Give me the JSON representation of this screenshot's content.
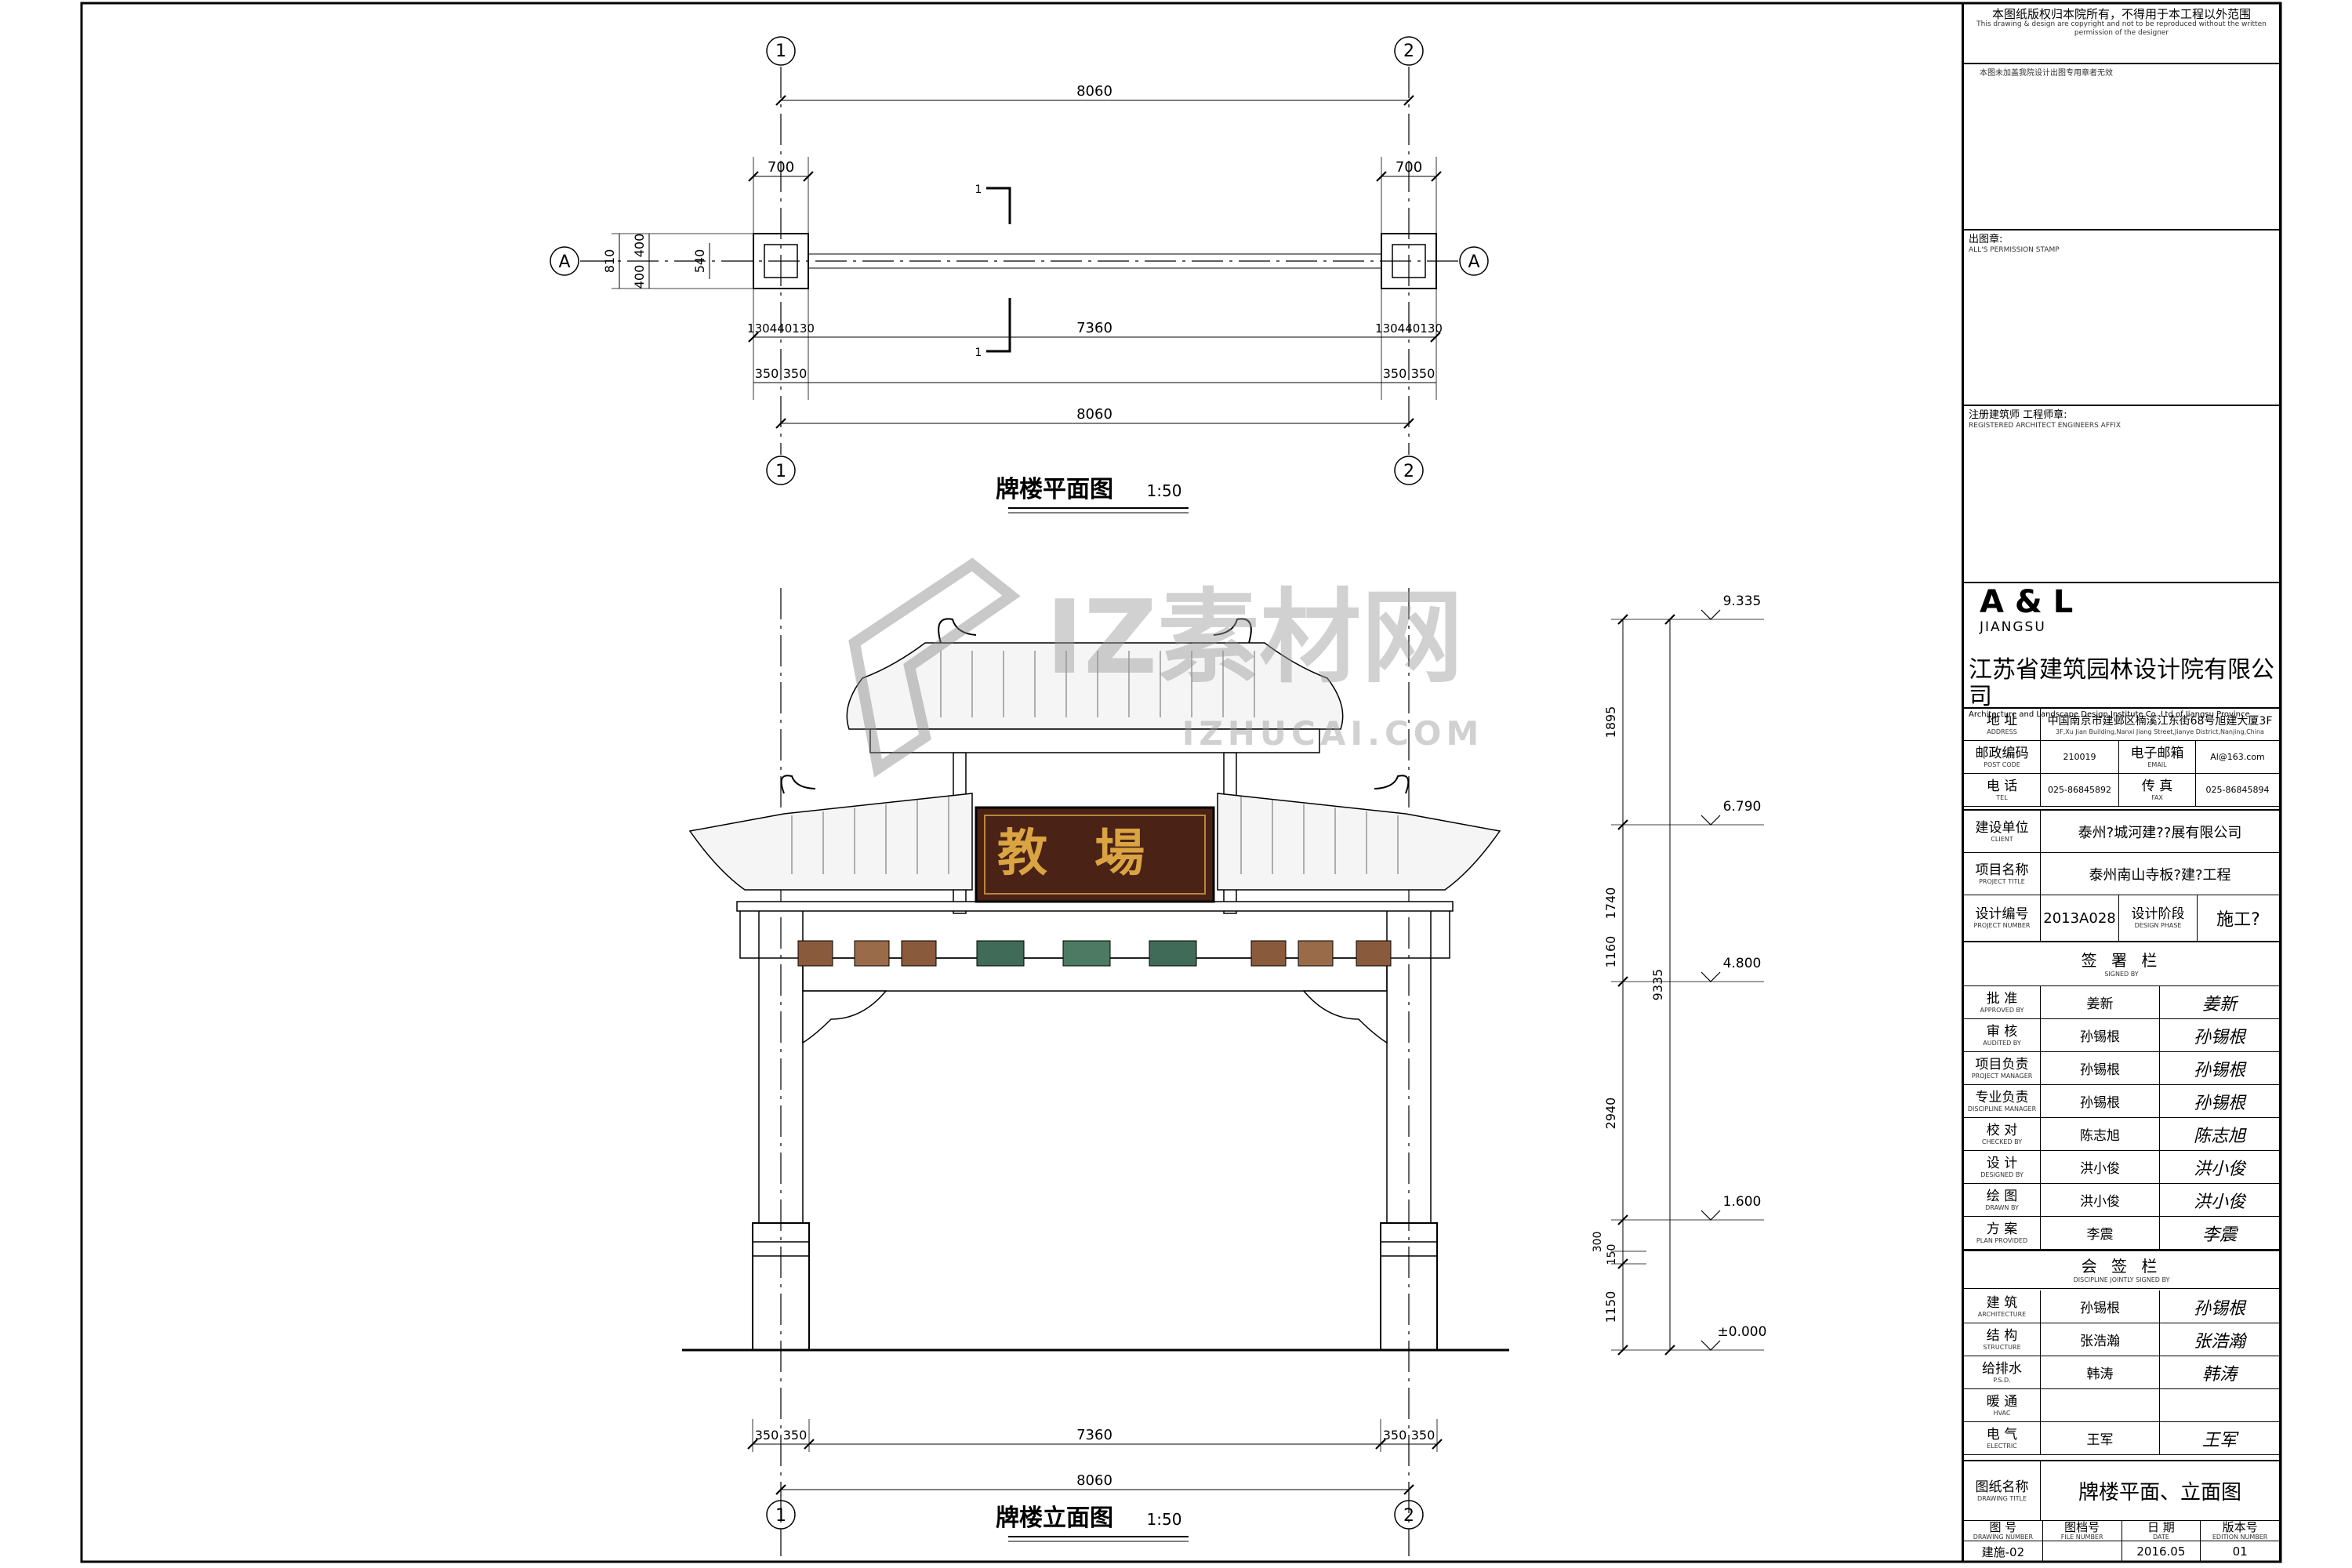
{
  "plan": {
    "title": "牌楼平面图",
    "scale": "1:50",
    "grid": {
      "g1": "1",
      "g2": "2",
      "gA": "A"
    },
    "dims": {
      "overall": "8060",
      "col": "700",
      "inner": "7360",
      "half": "350",
      "colparts": "130440130",
      "side_810": "810",
      "side_400": "400",
      "side_540": "540"
    },
    "section_mark": "1"
  },
  "elev": {
    "title": "牌楼立面图",
    "scale": "1:50",
    "board_text": "教場",
    "levels": [
      "9.335",
      "6.790",
      "4.800",
      "1.600",
      "±0.000"
    ],
    "vdims": [
      "1895",
      "1740",
      "1160",
      "2940",
      "150",
      "300",
      "1150"
    ],
    "total": "9335",
    "dims": {
      "overall": "8060",
      "inner": "7360",
      "half": "350"
    }
  },
  "watermark": {
    "brand": "IZ素材网",
    "url": "IZHUCAI.COM"
  },
  "titleblock": {
    "copyright": "本图纸版权归本院所有，不得用于本工程以外范围",
    "copyright_en": "This drawing & design are copyright and not to be reproduced without the written permission of the designer",
    "stamp_note": "本图未加盖我院设计出图专用章者无效",
    "permit_label": "出图章:",
    "permit_en": "ALL'S PERMISSION STAMP",
    "engineer_label": "注册建筑师  工程师章:",
    "engineer_en": "REGISTERED ARCHITECT ENGINEERS AFFIX",
    "logo": "A & L",
    "logo_sub": "JIANGSU",
    "company": "江苏省建筑园林设计院有限公司",
    "company_en": "Architecture and Landscape Design Institute Co.,Ltd of Jiangsu Province",
    "address_label": "地 址",
    "address_en": "ADDRESS",
    "address": "中国南京市建邺区楠溪江东街68号旭建大厦3F",
    "address_sub": "3F,Xu Jian Building,Nanxi Jiang Street,Jianye District,Nanjing,China",
    "postcode_label": "邮政编码",
    "postcode_en": "POST CODE",
    "postcode": "210019",
    "email_label": "电子邮箱",
    "email_en": "EMAIL",
    "email": "Al@163.com",
    "tel_label": "电 话",
    "tel_en": "TEL",
    "tel": "025-86845892",
    "fax_label": "传 真",
    "fax_en": "FAX",
    "fax": "025-86845894",
    "client_label": "建设单位",
    "client_en": "CLIENT",
    "client": "泰州?城河建??展有限公司",
    "project_label": "项目名称",
    "project_en": "PROJECT TITLE",
    "project": "泰州南山寺板?建?工程",
    "number_label": "设计编号",
    "number_en": "PROJECT NUMBER",
    "number": "2013A028",
    "phase_label": "设计阶段",
    "phase_en": "DESIGN PHASE",
    "phase": "施工?",
    "signed_label": "签 署 栏",
    "signed_en": "SIGNED BY",
    "roles": [
      {
        "cn": "批 准",
        "en": "APPROVED BY",
        "name": "姜新",
        "sig": "姜新"
      },
      {
        "cn": "审 核",
        "en": "AUDITED BY",
        "name": "孙锡根",
        "sig": "孙锡根"
      },
      {
        "cn": "项目负责",
        "en": "PROJECT MANAGER",
        "name": "孙锡根",
        "sig": "孙锡根"
      },
      {
        "cn": "专业负责",
        "en": "DISCIPLINE MANAGER",
        "name": "孙锡根",
        "sig": "孙锡根"
      },
      {
        "cn": "校 对",
        "en": "CHECKED BY",
        "name": "陈志旭",
        "sig": "陈志旭"
      },
      {
        "cn": "设 计",
        "en": "DESIGNED BY",
        "name": "洪小俊",
        "sig": "洪小俊"
      },
      {
        "cn": "绘 图",
        "en": "DRAWN BY",
        "name": "洪小俊",
        "sig": "洪小俊"
      },
      {
        "cn": "方 案",
        "en": "PLAN PROVIDED",
        "name": "李震",
        "sig": "李震"
      }
    ],
    "jointly_label": "会 签 栏",
    "jointly_en": "DISCIPLINE JOINTLY SIGNED BY",
    "disciplines": [
      {
        "cn": "建 筑",
        "en": "ARCHITECTURE",
        "name": "孙锡根",
        "sig": "孙锡根"
      },
      {
        "cn": "结 构",
        "en": "STRUCTURE",
        "name": "张浩瀚",
        "sig": "张浩瀚"
      },
      {
        "cn": "给排水",
        "en": "P.S.D.",
        "name": "韩涛",
        "sig": "韩涛"
      },
      {
        "cn": "暖 通",
        "en": "HVAC",
        "name": "",
        "sig": ""
      },
      {
        "cn": "电 气",
        "en": "ELECTRIC",
        "name": "王军",
        "sig": "王军"
      }
    ],
    "drawing_title_label": "图纸名称",
    "drawing_title_en": "DRAWING TITLE",
    "drawing_title": "牌楼平面、立面图",
    "bottom": [
      {
        "label": "图 号",
        "en": "DRAWING NUMBER",
        "value": "建施-02"
      },
      {
        "label": "图档号",
        "en": "FILE NUMBER",
        "value": ""
      },
      {
        "label": "日 期",
        "en": "DATE",
        "value": "2016.05"
      },
      {
        "label": "版本号",
        "en": "EDITION NUMBER",
        "value": "01"
      }
    ]
  }
}
